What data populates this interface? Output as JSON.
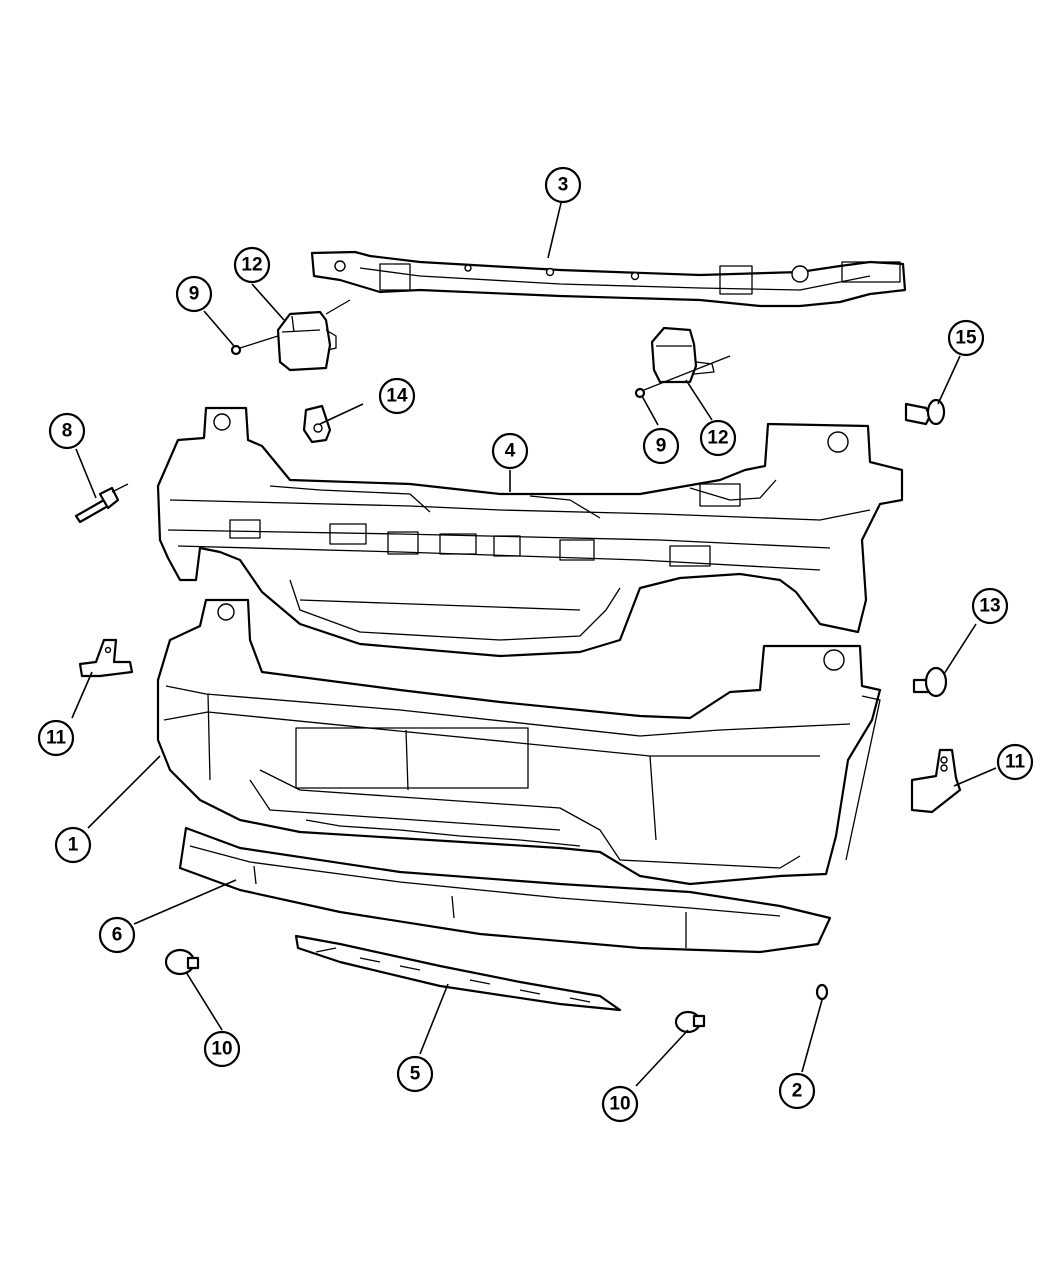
{
  "callouts": {
    "c1": "1",
    "c2": "2",
    "c3": "3",
    "c4": "4",
    "c5": "5",
    "c6": "6",
    "c8": "8",
    "c9a": "9",
    "c9b": "9",
    "c10a": "10",
    "c10b": "10",
    "c11a": "11",
    "c11b": "11",
    "c12a": "12",
    "c12b": "12",
    "c13": "13",
    "c14": "14",
    "c15": "15"
  }
}
